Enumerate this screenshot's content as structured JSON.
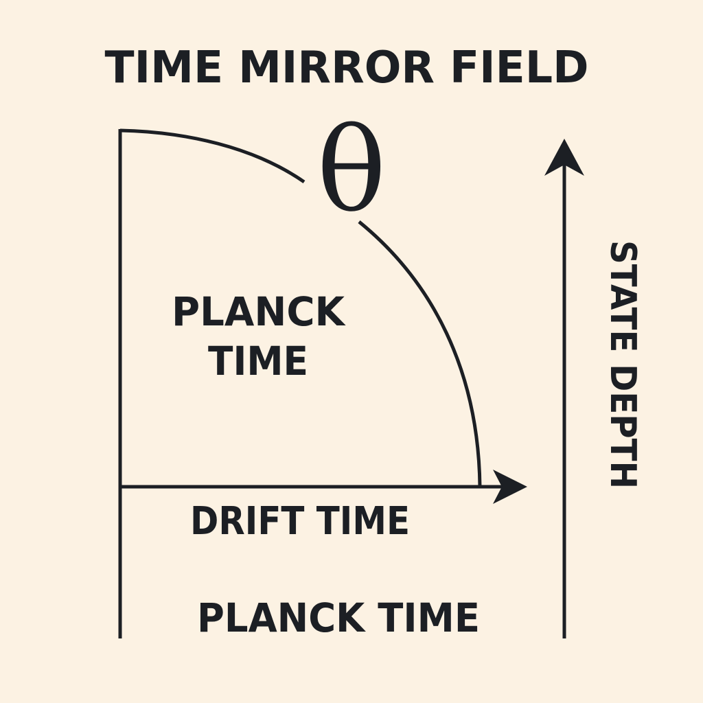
{
  "title": "TIME MIRROR FIELD",
  "symbol": "θ",
  "region_label": {
    "line1": "PLANCK",
    "line2": "TIME"
  },
  "horizontal_axis_label": "DRIFT TIME",
  "bottom_label": "PLANCK TIME",
  "vertical_axis_label": "STATE DEPTH",
  "colors": {
    "background": "#fcf2e3",
    "ink": "#1c1f24"
  }
}
